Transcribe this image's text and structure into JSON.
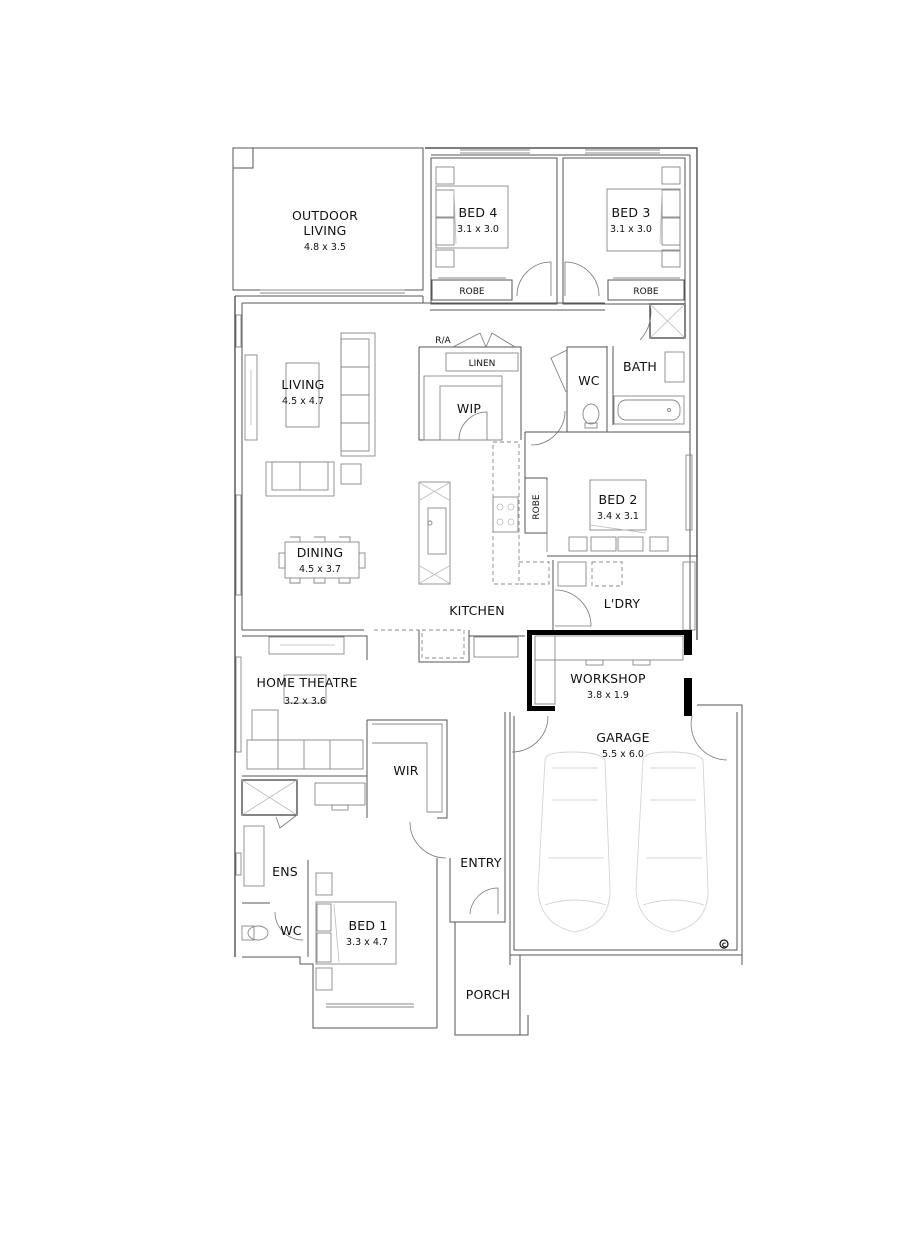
{
  "floor_plan": {
    "rooms": [
      {
        "id": "outdoor-living",
        "name_line1": "OUTDOOR",
        "name_line2": "LIVING",
        "dims": "4.8 x 3.5"
      },
      {
        "id": "bed-4",
        "name": "BED 4",
        "dims": "3.1 x 3.0"
      },
      {
        "id": "bed-3",
        "name": "BED 3",
        "dims": "3.1 x 3.0"
      },
      {
        "id": "robe-bed4",
        "name": "ROBE"
      },
      {
        "id": "robe-bed3",
        "name": "ROBE"
      },
      {
        "id": "living",
        "name": "LIVING",
        "dims": "4.5 x 4.7"
      },
      {
        "id": "dining",
        "name": "DINING",
        "dims": "4.5 x 3.7"
      },
      {
        "id": "linen",
        "name": "LINEN"
      },
      {
        "id": "wip",
        "name": "WIP"
      },
      {
        "id": "wc-main",
        "name": "WC"
      },
      {
        "id": "bath",
        "name": "BATH"
      },
      {
        "id": "bed-2",
        "name": "BED 2",
        "dims": "3.4 x 3.1"
      },
      {
        "id": "robe-bed2",
        "name": "ROBE"
      },
      {
        "id": "kitchen",
        "name": "KITCHEN"
      },
      {
        "id": "laundry",
        "name": "L'DRY"
      },
      {
        "id": "workshop",
        "name": "WORKSHOP",
        "dims": "3.8 x 1.9"
      },
      {
        "id": "garage",
        "name": "GARAGE",
        "dims": "5.5 x 6.0"
      },
      {
        "id": "home-theatre",
        "name": "HOME THEATRE",
        "dims": "3.2 x 3.6"
      },
      {
        "id": "wir",
        "name": "WIR"
      },
      {
        "id": "ens",
        "name": "ENS"
      },
      {
        "id": "wc-ens",
        "name": "WC"
      },
      {
        "id": "bed-1",
        "name": "BED 1",
        "dims": "3.3 x 4.7"
      },
      {
        "id": "entry",
        "name": "ENTRY"
      },
      {
        "id": "porch",
        "name": "PORCH"
      }
    ],
    "annotations": {
      "ra": "R/A",
      "copyright": "C"
    },
    "colors": {
      "wall": "#555555",
      "furniture": "#888888",
      "highlight_wall": "#000000",
      "car": "#d4d4d4"
    }
  }
}
